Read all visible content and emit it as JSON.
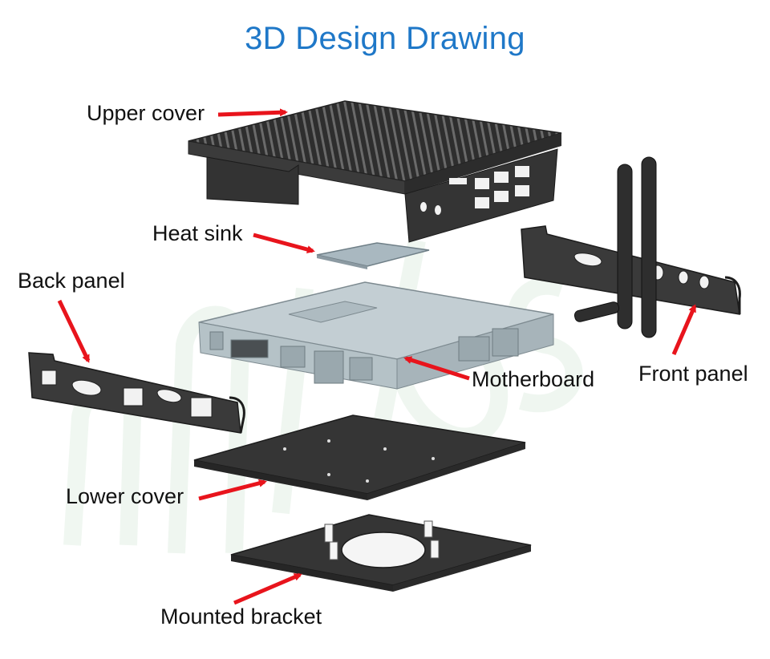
{
  "title": "3D Design Drawing",
  "colors": {
    "title": "#1f78c8",
    "arrow": "#e8141c",
    "metal_dark": "#3a3a3a",
    "motherboard": "#b9c7cd",
    "heat_sink": "#a9b8c0"
  },
  "watermark": "nhilos",
  "labels": {
    "upper_cover": "Upper cover",
    "heat_sink": "Heat sink",
    "back_panel": "Back panel",
    "motherboard": "Motherboard",
    "front_panel": "Front panel",
    "lower_cover": "Lower cover",
    "mounted_bracket": "Mounted bracket"
  }
}
